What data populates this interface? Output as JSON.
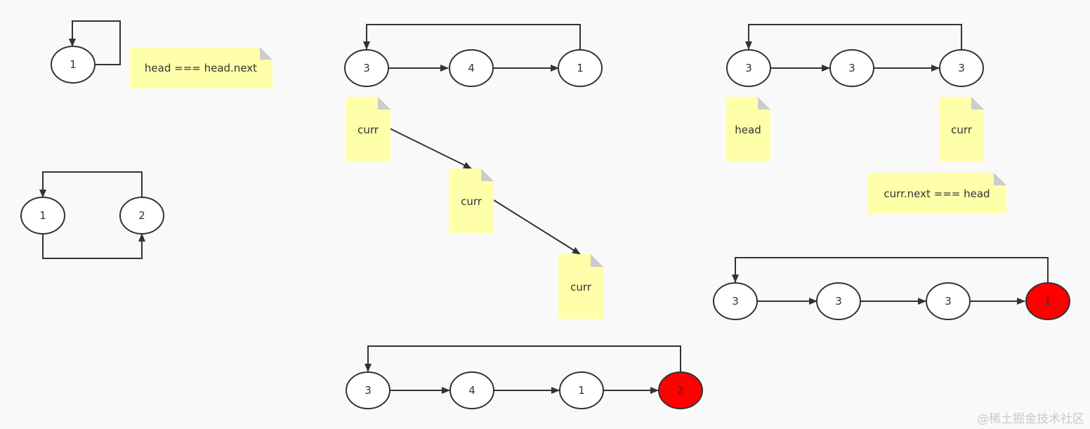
{
  "colors": {
    "background": "#f9f9f9",
    "node_fill": "#ffffff",
    "node_stroke": "#333333",
    "highlight_fill": "#ff0000",
    "note_fill": "#ffffaa",
    "note_fold": "#cccccc",
    "edge": "#333333"
  },
  "nodes": [
    {
      "id": "a1",
      "label": "1"
    },
    {
      "id": "b1",
      "label": "1"
    },
    {
      "id": "b2",
      "label": "2"
    },
    {
      "id": "c1",
      "label": "3"
    },
    {
      "id": "c2",
      "label": "4"
    },
    {
      "id": "c3",
      "label": "1"
    },
    {
      "id": "d1",
      "label": "3"
    },
    {
      "id": "d2",
      "label": "4"
    },
    {
      "id": "d3",
      "label": "1"
    },
    {
      "id": "d4",
      "label": "2",
      "highlight": true
    },
    {
      "id": "e1",
      "label": "3"
    },
    {
      "id": "e2",
      "label": "3"
    },
    {
      "id": "e3",
      "label": "3"
    },
    {
      "id": "f1",
      "label": "3"
    },
    {
      "id": "f2",
      "label": "3"
    },
    {
      "id": "f3",
      "label": "3"
    },
    {
      "id": "f4",
      "label": "1",
      "highlight": true
    }
  ],
  "notes": [
    {
      "id": "n1",
      "text": "head === head.next"
    },
    {
      "id": "n2",
      "text": "curr"
    },
    {
      "id": "n3",
      "text": "curr"
    },
    {
      "id": "n4",
      "text": "curr"
    },
    {
      "id": "n5",
      "text": "head"
    },
    {
      "id": "n6",
      "text": "curr"
    },
    {
      "id": "n7",
      "text": "curr.next === head"
    }
  ],
  "watermark": "@稀土掘金技术社区"
}
